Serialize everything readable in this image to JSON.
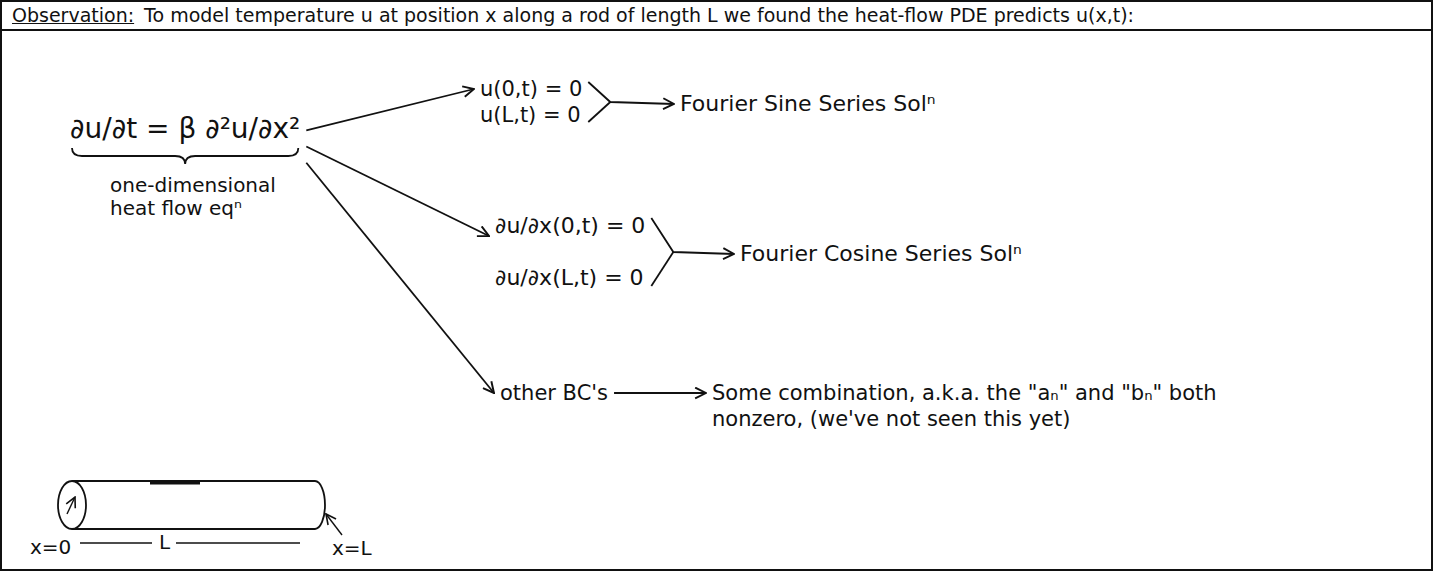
{
  "diagram": {
    "nodes": [
      {
        "text": [
          "Observation:",
          "To model temperature u at position x along a rod of length L we found the heat-flow PDE predicts u(x,t):"
        ]
      },
      {
        "text": [
          "∂u/∂t = β ∂²u/∂x²",
          "one-dimensional heat flow eqⁿ"
        ]
      },
      {
        "text": [
          "u(0,t) = 0",
          "u(L,t) = 0"
        ]
      },
      {
        "text": [
          "Fourier Sine Series Solⁿ"
        ]
      },
      {
        "text": [
          "∂u/∂x(0,t) = 0",
          "∂u/∂x(L,t) = 0"
        ]
      },
      {
        "text": [
          "Fourier Cosine Series Solⁿ"
        ]
      },
      {
        "text": [
          "other BC's"
        ]
      },
      {
        "text": [
          "Some combination, a.k.a. the \"aₙ\" and \"bₙ\" both nonzero, (we've not seen this yet)"
        ]
      }
    ],
    "edges": [
      {
        "from": 1,
        "to": 2,
        "arrow": "to"
      },
      {
        "from": 2,
        "to": 3,
        "arrow": "to"
      },
      {
        "from": 1,
        "to": 4,
        "arrow": "to"
      },
      {
        "from": 4,
        "to": 5,
        "arrow": "to"
      },
      {
        "from": 1,
        "to": 6,
        "arrow": "to"
      },
      {
        "from": 6,
        "to": 7,
        "arrow": "to"
      }
    ],
    "labels": [
      "x=0",
      "L",
      "x=L"
    ]
  }
}
